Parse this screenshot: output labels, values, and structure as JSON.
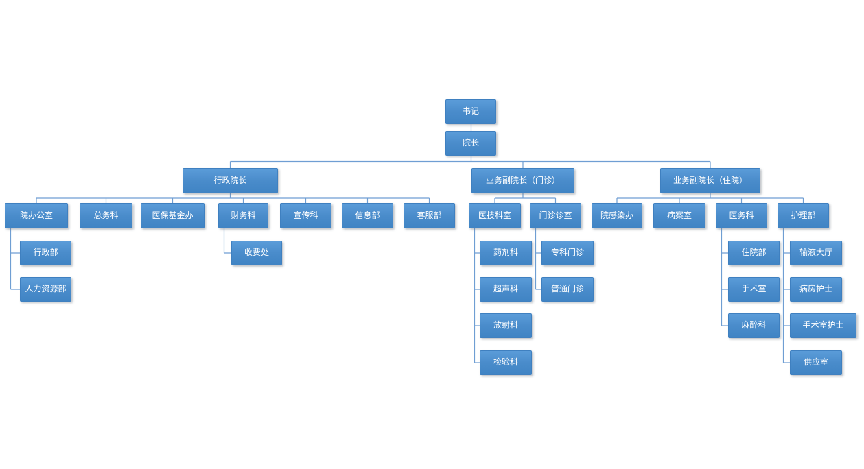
{
  "page": {
    "background": "#ffffff",
    "description": "Hospital organization chart"
  },
  "colors": {
    "node_fill_top": "#5b9cd9",
    "node_fill_bottom": "#4084c4",
    "node_border": "#3f80c0",
    "node_text": "#ffffff",
    "connector": "#6f9ed3"
  },
  "org": {
    "type": "org-chart",
    "nodes": [
      {
        "id": "secretary",
        "label": "书记",
        "parent": null
      },
      {
        "id": "president",
        "label": "院长",
        "parent": "secretary"
      },
      {
        "id": "admin-vp",
        "label": "行政院长",
        "parent": "president"
      },
      {
        "id": "outpatient-vp",
        "label": "业务副院长（门诊）",
        "parent": "president"
      },
      {
        "id": "inpatient-vp",
        "label": "业务副院长（住院）",
        "parent": "president"
      },
      {
        "id": "dean-office",
        "label": "院办公室",
        "parent": "admin-vp"
      },
      {
        "id": "general-affairs",
        "label": "总务科",
        "parent": "admin-vp"
      },
      {
        "id": "insurance-fund-office",
        "label": "医保基金办",
        "parent": "admin-vp"
      },
      {
        "id": "finance",
        "label": "财务科",
        "parent": "admin-vp"
      },
      {
        "id": "publicity",
        "label": "宣传科",
        "parent": "admin-vp"
      },
      {
        "id": "information",
        "label": "信息部",
        "parent": "admin-vp"
      },
      {
        "id": "customer-service",
        "label": "客服部",
        "parent": "admin-vp"
      },
      {
        "id": "medical-tech",
        "label": "医技科室",
        "parent": "outpatient-vp"
      },
      {
        "id": "outpatient-clinics",
        "label": "门诊诊室",
        "parent": "outpatient-vp"
      },
      {
        "id": "infection-office",
        "label": "院感染办",
        "parent": "inpatient-vp"
      },
      {
        "id": "medical-records",
        "label": "病案室",
        "parent": "inpatient-vp"
      },
      {
        "id": "medical-affairs",
        "label": "医务科",
        "parent": "inpatient-vp"
      },
      {
        "id": "nursing",
        "label": "护理部",
        "parent": "inpatient-vp"
      },
      {
        "id": "admin-dept",
        "label": "行政部",
        "parent": "dean-office"
      },
      {
        "id": "hr-dept",
        "label": "人力资源部",
        "parent": "dean-office"
      },
      {
        "id": "fee-office",
        "label": "收费处",
        "parent": "finance"
      },
      {
        "id": "pharmacy",
        "label": "药剂科",
        "parent": "medical-tech"
      },
      {
        "id": "ultrasound",
        "label": "超声科",
        "parent": "medical-tech"
      },
      {
        "id": "radiology",
        "label": "放射科",
        "parent": "medical-tech"
      },
      {
        "id": "laboratory",
        "label": "检验科",
        "parent": "medical-tech"
      },
      {
        "id": "specialist-clinic",
        "label": "专科门诊",
        "parent": "outpatient-clinics"
      },
      {
        "id": "general-clinic",
        "label": "普通门诊",
        "parent": "outpatient-clinics"
      },
      {
        "id": "inpatient-dept",
        "label": "住院部",
        "parent": "medical-affairs"
      },
      {
        "id": "operating-room",
        "label": "手术室",
        "parent": "medical-affairs"
      },
      {
        "id": "anesthesiology",
        "label": "麻醉科",
        "parent": "medical-affairs"
      },
      {
        "id": "infusion-hall",
        "label": "输液大厅",
        "parent": "nursing"
      },
      {
        "id": "ward-nurse",
        "label": "病房护士",
        "parent": "nursing"
      },
      {
        "id": "or-nurse",
        "label": "手术室护士",
        "parent": "nursing"
      },
      {
        "id": "supply-room",
        "label": "供应室",
        "parent": "nursing"
      }
    ]
  }
}
